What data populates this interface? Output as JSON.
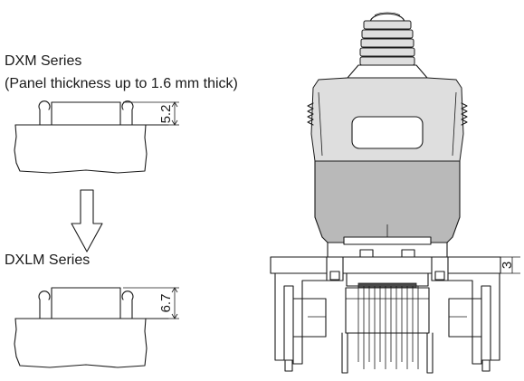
{
  "labels": {
    "dxm_title": "DXM Series",
    "dxm_note": "(Panel thickness up to 1.6 mm thick)",
    "dxlm_title": "DXLM Series"
  },
  "dimensions": {
    "dxm_height": "5.2",
    "dxlm_height": "6.7",
    "connector_panel": "3"
  },
  "colors": {
    "line": "#1a1a1a",
    "body_fill": "#b9b9b9",
    "hood_fill": "#dedede",
    "background": "#ffffff"
  },
  "icons": [
    "down-arrow-icon"
  ]
}
